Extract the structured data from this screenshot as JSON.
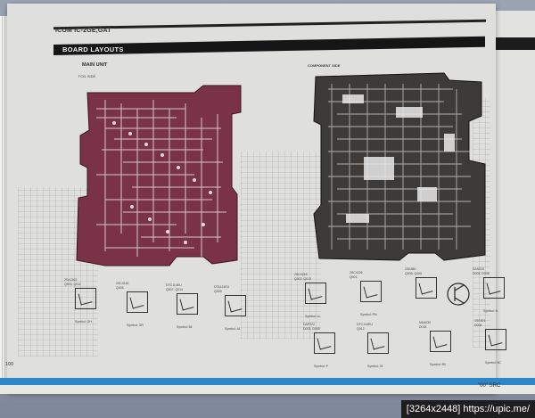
{
  "page": {
    "header_text": "ICOM IC-2GE,GAT",
    "section_title": "BOARD LAYOUTS",
    "main_unit_label": "MAIN UNIT",
    "foil_side_label": "FOIL SIDE",
    "component_side_label": "COMPONENT SIDE",
    "page_number": "100",
    "footer_right": "\"00\" SRC"
  },
  "symbols_row1": [
    {
      "part": "2SA1362",
      "refs": "Q003, Q011",
      "caption": "Symbol: GH"
    },
    {
      "part": "2SC4116",
      "refs": "Q008",
      "caption": "Symbol: GR"
    },
    {
      "part": "DTC114EU",
      "refs": "Q007, Q014",
      "caption": "Symbol: 84"
    },
    {
      "part": "DTA114EU",
      "refs": "Q009",
      "caption": "Symbol: 44"
    }
  ],
  "symbols_row2": [
    {
      "part": "2SC4215",
      "refs": "Q002, Q013",
      "caption": "Symbol: LL"
    },
    {
      "part": "2SC4226",
      "refs": "Q001",
      "caption": "Symbol: PN"
    },
    {
      "part": "2SK880",
      "refs": "Q005, Q006",
      "caption": ""
    },
    {
      "part": "DAN222",
      "refs": "D004, D006",
      "caption": "Symbol: N"
    }
  ],
  "symbols_row3": [
    {
      "part": "DAP222",
      "refs": "D003, D005",
      "caption": "Symbol: P"
    },
    {
      "part": "DTC144EU",
      "refs": "Q012",
      "caption": "Symbol: 24"
    },
    {
      "part": "MA4030",
      "refs": "D018",
      "caption": "Symbol: R0"
    },
    {
      "part": "1SS301",
      "refs": "D008",
      "caption": "Symbol: 5C"
    }
  ],
  "watermark": "[3264x2448] https://upic.me/"
}
